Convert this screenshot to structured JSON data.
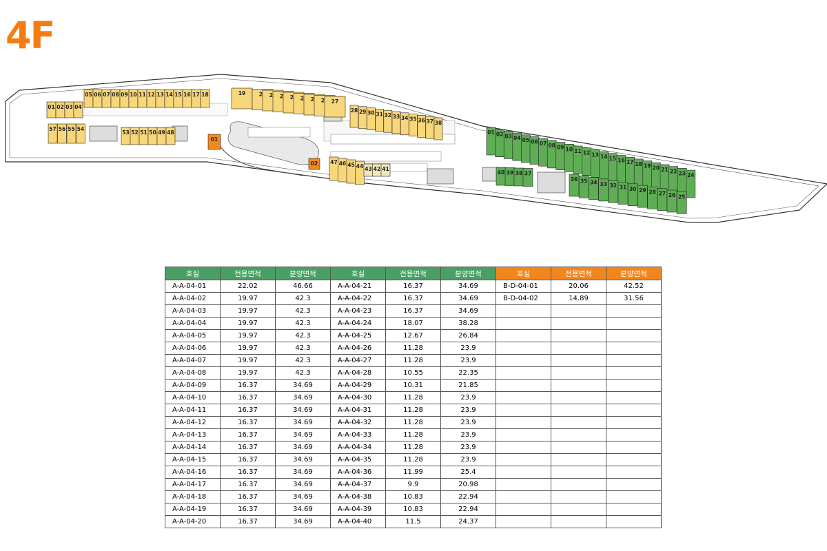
{
  "floor": "4F",
  "table": {
    "headers": [
      {
        "label": "호실",
        "color": "#4aa064"
      },
      {
        "label": "전용면적",
        "color": "#4aa064"
      },
      {
        "label": "분양면적",
        "color": "#4aa064"
      },
      {
        "label": "호실",
        "color": "#4aa064"
      },
      {
        "label": "전용면적",
        "color": "#4aa064"
      },
      {
        "label": "분양면적",
        "color": "#4aa064"
      },
      {
        "label": "호실",
        "color": "#f2861e"
      },
      {
        "label": "전용면적",
        "color": "#f2861e"
      },
      {
        "label": "분양면적",
        "color": "#f2861e"
      }
    ],
    "rows": [
      [
        "A-A-04-01",
        "22.02",
        "46.66",
        "A-A-04-21",
        "16.37",
        "34.69",
        "B-D-04-01",
        "20.06",
        "42.52"
      ],
      [
        "A-A-04-02",
        "19.97",
        "42.3",
        "A-A-04-22",
        "16.37",
        "34.69",
        "B-D-04-02",
        "14.89",
        "31.56"
      ],
      [
        "A-A-04-03",
        "19.97",
        "42.3",
        "A-A-04-23",
        "16.37",
        "34.69",
        "",
        "",
        ""
      ],
      [
        "A-A-04-04",
        "19.97",
        "42.3",
        "A-A-04-24",
        "18.07",
        "38.28",
        "",
        "",
        ""
      ],
      [
        "A-A-04-05",
        "19.97",
        "42.3",
        "A-A-04-25",
        "12.67",
        "26.84",
        "",
        "",
        ""
      ],
      [
        "A-A-04-06",
        "19.97",
        "42.3",
        "A-A-04-26",
        "11.28",
        "23.9",
        "",
        "",
        ""
      ],
      [
        "A-A-04-07",
        "19.97",
        "42.3",
        "A-A-04-27",
        "11.28",
        "23.9",
        "",
        "",
        ""
      ],
      [
        "A-A-04-08",
        "19.97",
        "42.3",
        "A-A-04-28",
        "10.55",
        "22.35",
        "",
        "",
        ""
      ],
      [
        "A-A-04-09",
        "16.37",
        "34.69",
        "A-A-04-29",
        "10.31",
        "21.85",
        "",
        "",
        ""
      ],
      [
        "A-A-04-10",
        "16.37",
        "34.69",
        "A-A-04-30",
        "11.28",
        "23.9",
        "",
        "",
        ""
      ],
      [
        "A-A-04-11",
        "16.37",
        "34.69",
        "A-A-04-31",
        "11.28",
        "23.9",
        "",
        "",
        ""
      ],
      [
        "A-A-04-12",
        "16.37",
        "34.69",
        "A-A-04-32",
        "11.28",
        "23.9",
        "",
        "",
        ""
      ],
      [
        "A-A-04-13",
        "16.37",
        "34.69",
        "A-A-04-33",
        "11.28",
        "23.9",
        "",
        "",
        ""
      ],
      [
        "A-A-04-14",
        "16.37",
        "34.69",
        "A-A-04-34",
        "11.28",
        "23.9",
        "",
        "",
        ""
      ],
      [
        "A-A-04-15",
        "16.37",
        "34.69",
        "A-A-04-35",
        "11.28",
        "23.9",
        "",
        "",
        ""
      ],
      [
        "A-A-04-16",
        "16.37",
        "34.69",
        "A-A-04-36",
        "11.99",
        "25.4",
        "",
        "",
        ""
      ],
      [
        "A-A-04-17",
        "16.37",
        "34.69",
        "A-A-04-37",
        "9.9",
        "20.98",
        "",
        "",
        ""
      ],
      [
        "A-A-04-18",
        "16.37",
        "34.69",
        "A-A-04-38",
        "10.83",
        "22.94",
        "",
        "",
        ""
      ],
      [
        "A-A-04-19",
        "16.37",
        "34.69",
        "A-A-04-39",
        "10.83",
        "22.94",
        "",
        "",
        ""
      ],
      [
        "A-A-04-20",
        "16.37",
        "34.69",
        "A-A-04-40",
        "11.5",
        "24.37",
        "",
        "",
        ""
      ]
    ]
  },
  "plan": {
    "colors": {
      "unit_a": "#f8d77a",
      "unit_b": "#5fae56",
      "unit_special": "#f28a22",
      "outline": "#222222"
    },
    "groups": [
      {
        "labels": [
          "01",
          "02",
          "03",
          "04"
        ],
        "kind": "unit_a"
      },
      {
        "labels": [
          "05",
          "06",
          "07",
          "08",
          "09",
          "10",
          "11",
          "12",
          "13",
          "14",
          "15",
          "16",
          "17",
          "18"
        ],
        "kind": "unit_a"
      },
      {
        "labels": [
          "57",
          "56",
          "55",
          "54"
        ],
        "kind": "unit_a"
      },
      {
        "labels": [
          "53",
          "52",
          "51",
          "50",
          "49",
          "48"
        ],
        "kind": "unit_a"
      },
      {
        "labels": [
          "19",
          "20",
          "21",
          "22",
          "23",
          "24",
          "25",
          "26",
          "27"
        ],
        "kind": "unit_a"
      },
      {
        "labels": [
          "28",
          "29",
          "30",
          "31",
          "32",
          "33",
          "34",
          "35",
          "36",
          "37",
          "38"
        ],
        "kind": "unit_a"
      },
      {
        "labels": [
          "01"
        ],
        "kind": "unit_special"
      },
      {
        "labels": [
          "02"
        ],
        "kind": "unit_special"
      },
      {
        "labels": [
          "47",
          "46",
          "45",
          "44",
          "43",
          "42",
          "41"
        ],
        "kind": "unit_a"
      },
      {
        "labels": [
          "01",
          "02",
          "03",
          "04",
          "05",
          "06",
          "07",
          "08",
          "09",
          "10",
          "11",
          "12",
          "13",
          "14",
          "15",
          "16",
          "17",
          "18",
          "19",
          "20",
          "21",
          "22",
          "23",
          "24"
        ],
        "kind": "unit_b"
      },
      {
        "labels": [
          "40",
          "39",
          "38",
          "37"
        ],
        "kind": "unit_b"
      },
      {
        "labels": [
          "36",
          "35",
          "34",
          "33",
          "32",
          "31",
          "30",
          "29",
          "28",
          "27",
          "26",
          "25"
        ],
        "kind": "unit_b"
      }
    ]
  }
}
